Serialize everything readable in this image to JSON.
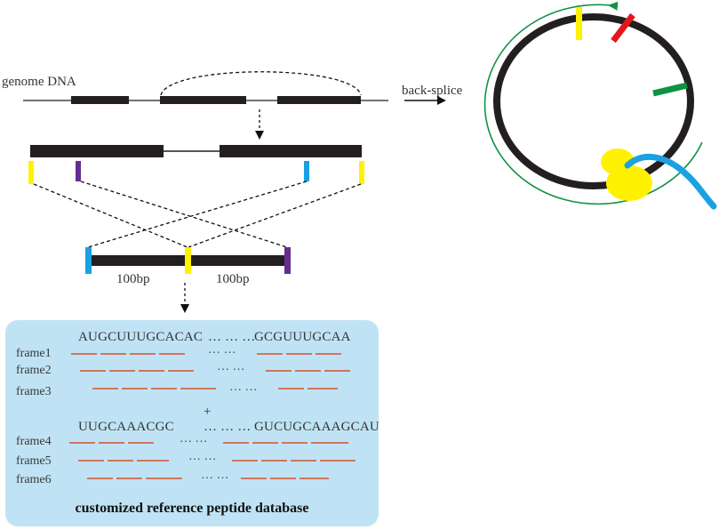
{
  "labels": {
    "genome": "genome DNA",
    "backsplice": "back-splice",
    "len_left": "100bp",
    "len_right": "100bp"
  },
  "sequences": {
    "top_left": "AUGCUUUGCACAC",
    "top_dots": "… … …",
    "top_right": "GCGUUUGCAA",
    "plus": "+",
    "bottom_left": "UUGCAAACGC",
    "bottom_dots": "… … …",
    "bottom_right": "GUCUGCAAAGCAU"
  },
  "frames": [
    {
      "label": "frame1",
      "dots": "… …"
    },
    {
      "label": "frame2",
      "dots": "… …"
    },
    {
      "label": "frame3",
      "dots": "… …"
    },
    {
      "label": "frame4",
      "dots": "… …"
    },
    {
      "label": "frame5",
      "dots": "… …"
    },
    {
      "label": "frame6",
      "dots": "… …"
    }
  ],
  "database_title": "customized reference peptide database",
  "colors": {
    "dna": "#231f20",
    "yellow": "#fff200",
    "cyan": "#1ba1e2",
    "purple": "#662d91",
    "red": "#e4161c",
    "green": "#0f9246",
    "orf": "#d4532b",
    "panel": "#bfe3f4"
  }
}
